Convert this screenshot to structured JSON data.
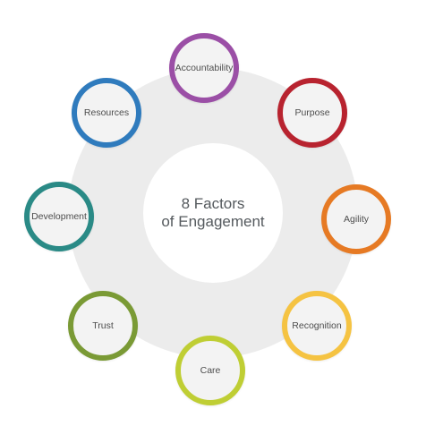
{
  "diagram": {
    "center_title_line1": "8 Factors",
    "center_title_line2": "of Engagement",
    "factors": [
      {
        "label": "Accountability",
        "color": "#9b4fa6"
      },
      {
        "label": "Purpose",
        "color": "#b8232f"
      },
      {
        "label": "Agility",
        "color": "#e67a24"
      },
      {
        "label": "Recognition",
        "color": "#f5c342"
      },
      {
        "label": "Care",
        "color": "#bfce34"
      },
      {
        "label": "Trust",
        "color": "#7a9a35"
      },
      {
        "label": "Development",
        "color": "#2a8a86"
      },
      {
        "label": "Resources",
        "color": "#2f7bbd"
      }
    ]
  }
}
